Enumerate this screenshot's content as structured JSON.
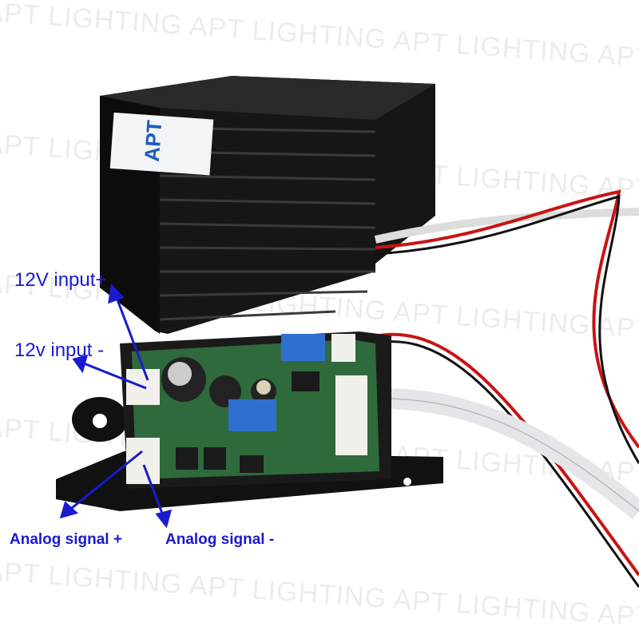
{
  "watermark": "APT LIGHTING",
  "product_label_logo": "APT",
  "annotations": {
    "power_positive": "12V input+",
    "power_negative": "12v input -",
    "analog_positive": "Analog signal +",
    "analog_negative": "Analog signal -"
  },
  "colors": {
    "annotation": "#1a1ad0",
    "heatsink": "#141414",
    "pcb": "#2f6a3c",
    "potentiometer": "#2f6fd0"
  }
}
